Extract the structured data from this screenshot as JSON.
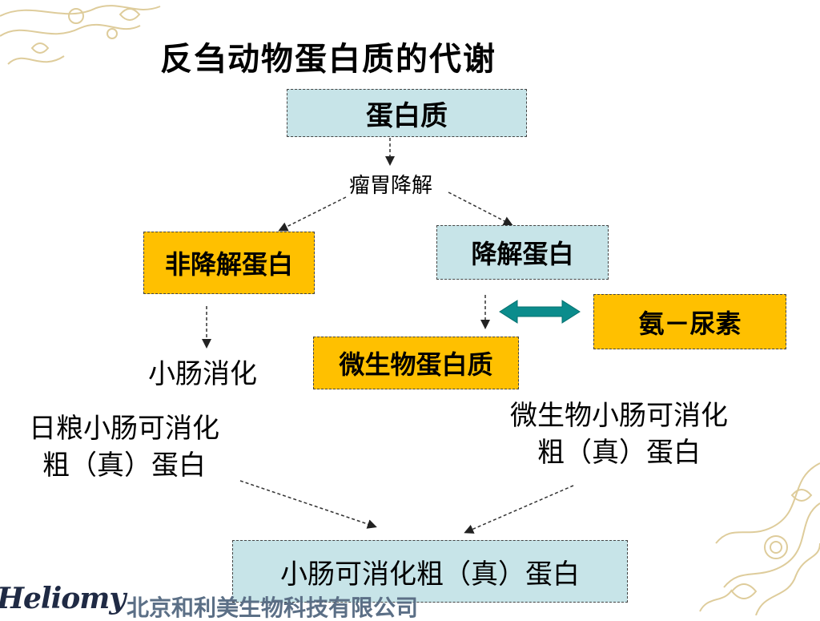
{
  "title": "反刍动物蛋白质的代谢",
  "nodes": {
    "protein": "蛋白质",
    "rumen_degradation": "瘤胃降解",
    "undegraded_protein": "非降解蛋白",
    "degraded_protein": "降解蛋白",
    "ammonia_urea": "氨－尿素",
    "microbial_protein": "微生物蛋白质",
    "small_intestine_digestion": "小肠消化",
    "ration_digestible_line1": "日粮小肠可消化",
    "ration_digestible_line2": "粗（真）蛋白",
    "microbial_digestible_line1": "微生物小肠可消化",
    "microbial_digestible_line2": "粗（真）蛋白",
    "total_digestible": "小肠可消化粗（真）蛋白"
  },
  "footer": {
    "logo": "Heliomy",
    "company": "北京和利美生物科技有限公司"
  },
  "colors": {
    "teal_box": "#c7e4e8",
    "gold_box": "#ffc000",
    "double_arrow": "#0b8c8c"
  }
}
